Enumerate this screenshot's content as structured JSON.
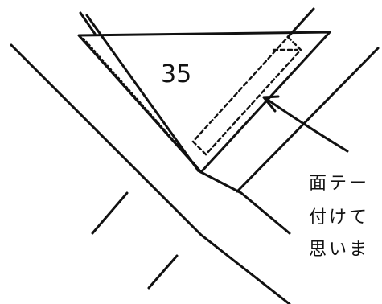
{
  "measurement_label": "35",
  "note_lines": [
    "面テー",
    "付けて",
    "思いま"
  ]
}
